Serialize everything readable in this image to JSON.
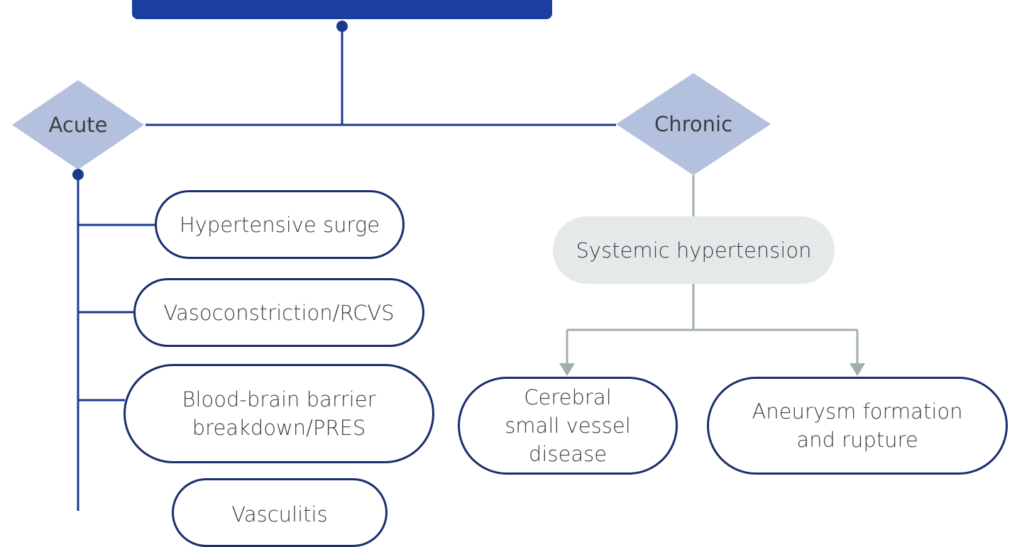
{
  "diagram": {
    "root": {
      "label": ""
    },
    "branches": {
      "acute": {
        "label": "Acute",
        "items": [
          "Hypertensive surge",
          "Vasoconstriction/RCVS",
          "Blood-brain barrier breakdown/PRES",
          "Vasculitis"
        ]
      },
      "chronic": {
        "label": "Chronic",
        "intermediate": "Systemic hypertension",
        "outcomes": [
          "Cerebral small vessel disease",
          "Aneurysm formation and rupture"
        ]
      }
    },
    "colors": {
      "root_fill": "#1a3fa0",
      "connector_blue": "#1b3a8f",
      "diamond_fill": "#b3c1de",
      "pill_border": "#1b2d6e",
      "grey_pill_fill": "#e6e9ea",
      "grey_connector": "#9fb0ab"
    }
  }
}
